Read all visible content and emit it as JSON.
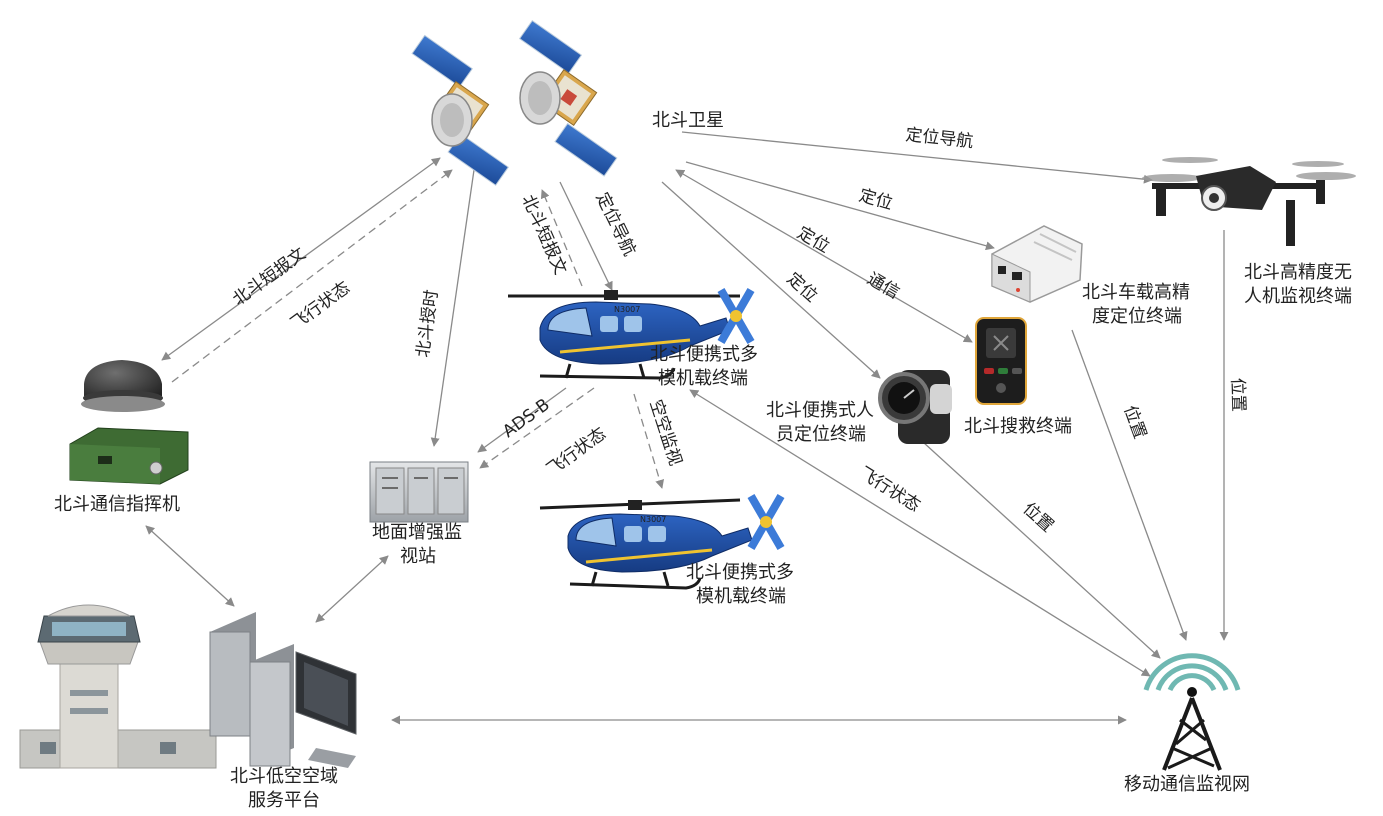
{
  "nodes": {
    "satellite": "北斗卫星",
    "drone": "北斗高精度无人机监视终端",
    "vehicle_terminal": "北斗车载高精度定位终端",
    "rescue_terminal": "北斗搜救终端",
    "personal_terminal": "北斗便携式人员定位终端",
    "airborne_terminal_1": "北斗便携式多模机载终端",
    "airborne_terminal_2": "北斗便携式多模机载终端",
    "command_machine": "北斗通信指挥机",
    "ground_station": "地面增强监视站",
    "platform": "北斗低空空域服务平台",
    "mobile_network": "移动通信监视网"
  },
  "node_lines": {
    "drone": [
      "北斗高精度无",
      "人机监视终端"
    ],
    "vehicle_terminal": [
      "北斗车载高精",
      "度定位终端"
    ],
    "personal_terminal": [
      "北斗便携式人",
      "员定位终端"
    ],
    "airborne_terminal_1": [
      "北斗便携式多",
      "模机载终端"
    ],
    "airborne_terminal_2": [
      "北斗便携式多",
      "模机载终端"
    ],
    "ground_station": [
      "地面增强监",
      "视站"
    ],
    "platform": [
      "北斗低空空域",
      "服务平台"
    ]
  },
  "edge_labels": {
    "sat_drone": "定位导航",
    "sat_vehicle": "定位",
    "sat_rescue_pos": "定位",
    "sat_rescue_comm": "通信",
    "sat_personal": "定位",
    "sat_cmd_msg": "北斗短报文",
    "cmd_sat_status": "飞行状态",
    "sat_station_time": "北斗授时",
    "heli_sat_msg": "北斗短报文",
    "sat_heli_nav": "定位导航",
    "heli_station_adsb": "ADS-B",
    "heli_station_status": "飞行状态",
    "heli_heli_monitor": "空空监视",
    "heli_net_status": "飞行状态",
    "personal_net_pos": "位置",
    "vehicle_net_pos": "位置",
    "drone_net_pos": "位置"
  },
  "helicopter_tail_code": "N3007",
  "colors": {
    "helicopter_body": "#1f4fa8",
    "helicopter_stripe": "#f0c330",
    "solar_panel": "#2b62b5",
    "tower_signal": "#6fb8b2",
    "command_machine": "#3e6b33",
    "edge": "#8a8a8a"
  }
}
